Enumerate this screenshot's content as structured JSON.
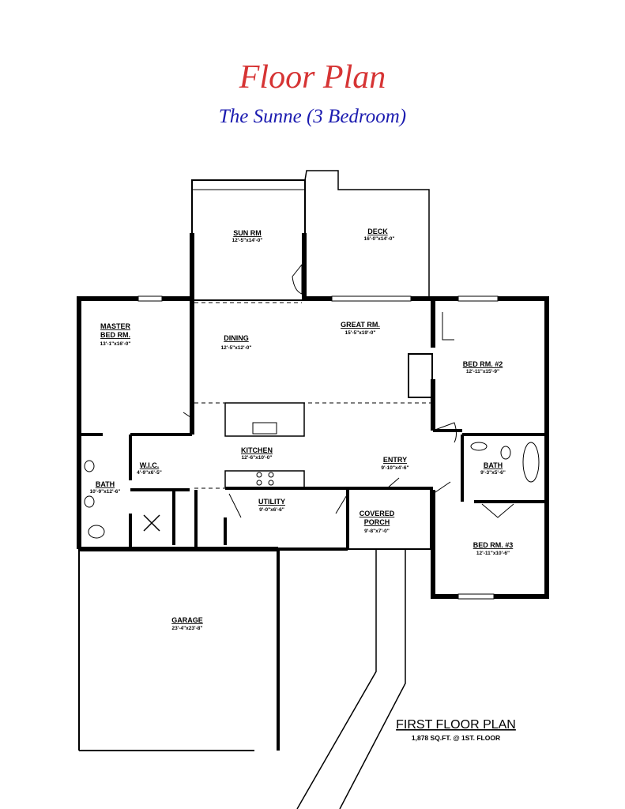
{
  "header": {
    "title": "Floor Plan",
    "subtitle": "The Sunne (3 Bedroom)"
  },
  "colors": {
    "title": "#d63434",
    "subtitle": "#1c1cb0",
    "walls": "#000000"
  },
  "rooms": {
    "sun_rm": {
      "name": "SUN RM",
      "dims": "12'-5\"x14'-0\""
    },
    "deck": {
      "name": "DECK",
      "dims": "16'-0\"x14'-0\""
    },
    "master": {
      "name1": "MASTER",
      "name2": "BED RM.",
      "dims": "13'-1\"x16'-0\""
    },
    "dining": {
      "name": "DINING",
      "dims": "12'-5\"x12'-0\""
    },
    "great_rm": {
      "name": "GREAT RM.",
      "dims": "15'-5\"x19'-0\""
    },
    "bed2": {
      "name": "BED RM. #2",
      "dims": "12'-11\"x15'-9\""
    },
    "wic": {
      "name": "W.I.C.",
      "dims": "4'-9\"x6'-5\""
    },
    "kitchen": {
      "name": "KITCHEN",
      "dims": "12'-6\"x10'-0\""
    },
    "entry": {
      "name": "ENTRY",
      "dims": "9'-10\"x4'-6\""
    },
    "bath_master": {
      "name": "BATH",
      "dims": "10'-9\"x12'-6\""
    },
    "bath2": {
      "name": "BATH",
      "dims": "9'-3\"x5'-6\""
    },
    "utility": {
      "name": "UTILITY",
      "dims": "9'-0\"x6'-6\""
    },
    "porch": {
      "name1": "COVERED",
      "name2": "PORCH",
      "dims": "9'-8\"x7'-0\""
    },
    "bed3": {
      "name": "BED RM. #3",
      "dims": "12'-11\"x10'-6\""
    },
    "garage": {
      "name": "GARAGE",
      "dims": "23'-4\"x23'-8\""
    }
  },
  "plan": {
    "title": "FIRST FLOOR PLAN",
    "area": "1,878 SQ.FT. @ 1ST. FLOOR"
  }
}
